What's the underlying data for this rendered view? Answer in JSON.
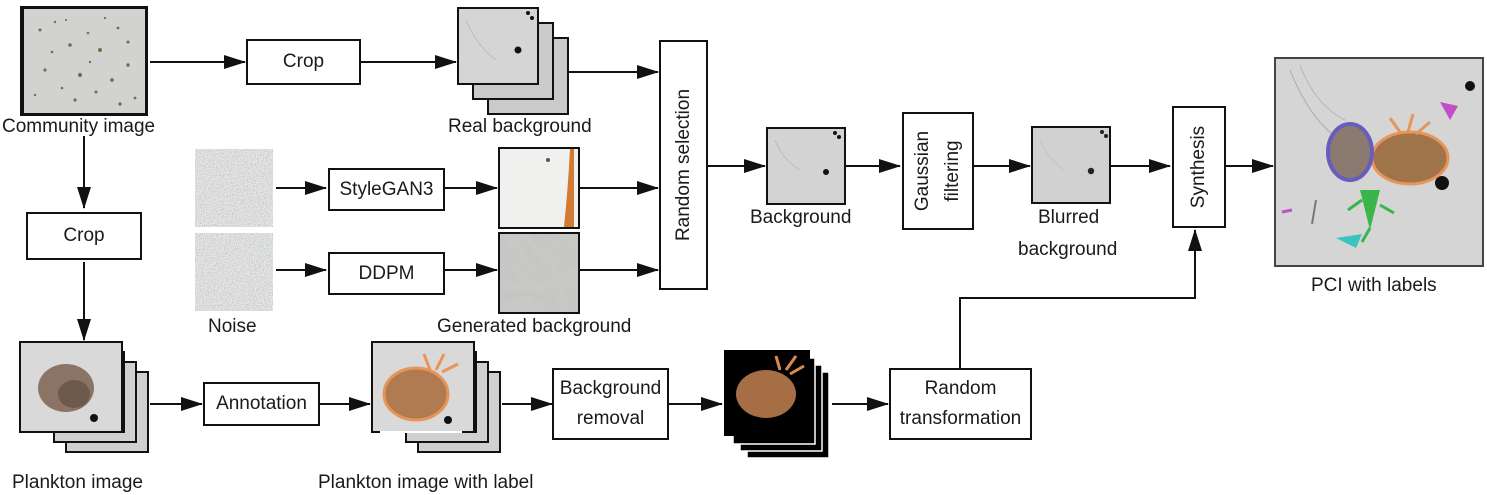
{
  "labels": {
    "community_image": "Community image",
    "real_background": "Real background",
    "noise": "Noise",
    "generated_background": "Generated background",
    "background": "Background",
    "blurred_background_line1": "Blurred",
    "blurred_background_line2": "background",
    "pci_with_labels": "PCI with labels",
    "plankton_image": "Plankton image",
    "plankton_image_with_label": "Plankton image with label"
  },
  "boxes": {
    "crop_top": "Crop",
    "crop_left": "Crop",
    "stylegan3": "StyleGAN3",
    "ddpm": "DDPM",
    "random_selection": "Random selection",
    "gaussian_line1": "Gaussian",
    "gaussian_line2": "filtering",
    "synthesis": "Synthesis",
    "annotation": "Annotation",
    "bg_removal_line1": "Background",
    "bg_removal_line2": "removal",
    "random_transform_line1": "Random",
    "random_transform_line2": "transformation"
  },
  "colors": {
    "line": "#111111",
    "image_bg": "#cfd0cf",
    "label_orange": "#e8955a",
    "label_purple": "#6a5bbf",
    "label_green": "#39b54a",
    "label_cyan": "#3cc3c0",
    "label_magenta": "#c04fc8"
  }
}
